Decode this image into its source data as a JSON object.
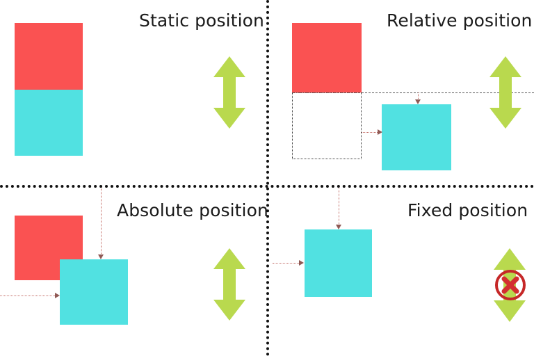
{
  "meta": {
    "diagram_title": "CSS positioning comparison",
    "background_color": "#ffffff"
  },
  "palette": {
    "red_block": "#fa5252",
    "cyan_block": "#51e1e1",
    "green_arrow": "#b9d94e",
    "divider": "#111111",
    "connector": "#c26a63",
    "ghost_outline": "#3a3a3a",
    "title_text": "#1b1b1b",
    "badge_red": "#c62828"
  },
  "quadrants": [
    {
      "key": "static",
      "title": "Static position",
      "blocks": [
        {
          "name": "red-block",
          "color": "#fa5252"
        },
        {
          "name": "cyan-block",
          "color": "#51e1e1"
        }
      ],
      "movement": "can-move",
      "arrow_label": "vertical double arrow"
    },
    {
      "key": "relative",
      "title": "Relative position",
      "blocks": [
        {
          "name": "red-block",
          "color": "#fa5252"
        },
        {
          "name": "cyan-block",
          "color": "#51e1e1"
        },
        {
          "name": "ghost-outline",
          "color": "#3a3a3a"
        }
      ],
      "movement": "can-move",
      "arrow_label": "vertical double arrow"
    },
    {
      "key": "absolute",
      "title": "Absolute position",
      "blocks": [
        {
          "name": "red-block",
          "color": "#fa5252"
        },
        {
          "name": "cyan-block",
          "color": "#51e1e1"
        }
      ],
      "movement": "can-move",
      "arrow_label": "vertical double arrow"
    },
    {
      "key": "fixed",
      "title": "Fixed position",
      "blocks": [
        {
          "name": "cyan-block",
          "color": "#51e1e1"
        }
      ],
      "movement": "blocked",
      "arrow_label": "vertical double arrow with no-move badge",
      "badge": "x-circle"
    }
  ],
  "icons": {
    "double_arrow": "double-arrow-vertical-icon",
    "no_move": "x-circle-icon"
  }
}
